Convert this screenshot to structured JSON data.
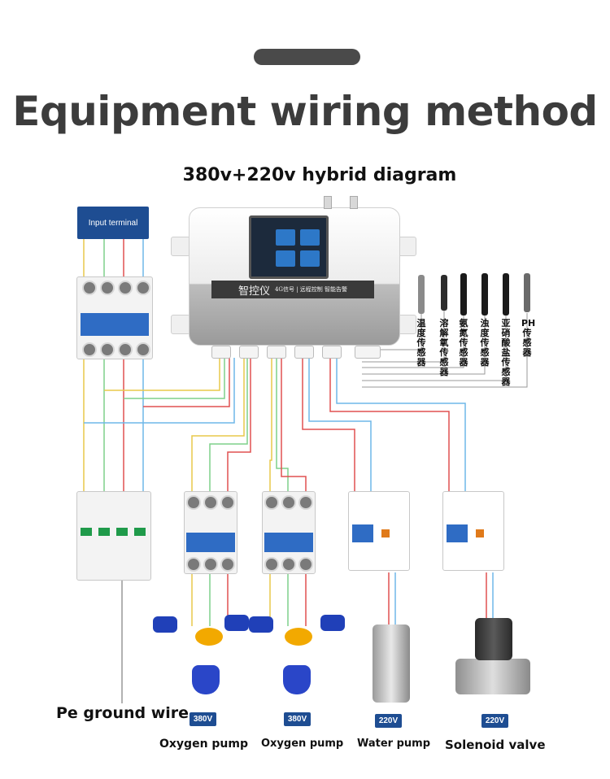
{
  "header": {
    "title": "Equipment wiring method",
    "subtitle": "380v+220v hybrid diagram"
  },
  "input_terminal": {
    "label": "Input terminal"
  },
  "controller": {
    "brand_text": "智控仪",
    "tagline": "4G信号 | 远程控制 智能告警"
  },
  "sensors": [
    {
      "label": "温度传感器"
    },
    {
      "label": "溶解氧传感器"
    },
    {
      "label": "氨氮传感器"
    },
    {
      "label": "浊度传感器"
    },
    {
      "label": "亚硝酸盐传感器"
    },
    {
      "label": "PH传感器"
    }
  ],
  "devices": [
    {
      "label": "Oxygen pump",
      "voltage": "380V"
    },
    {
      "label": "Oxygen pump",
      "voltage": "380V"
    },
    {
      "label": "Water pump",
      "voltage": "220V"
    },
    {
      "label": "Solenoid valve",
      "voltage": "220V"
    }
  ],
  "ground": {
    "label": "Pe ground wire"
  },
  "wire_colors": {
    "yellow": "#e8c84a",
    "green": "#7ed18a",
    "red": "#e05050",
    "blue": "#6fb7e8",
    "gray": "#999999"
  }
}
